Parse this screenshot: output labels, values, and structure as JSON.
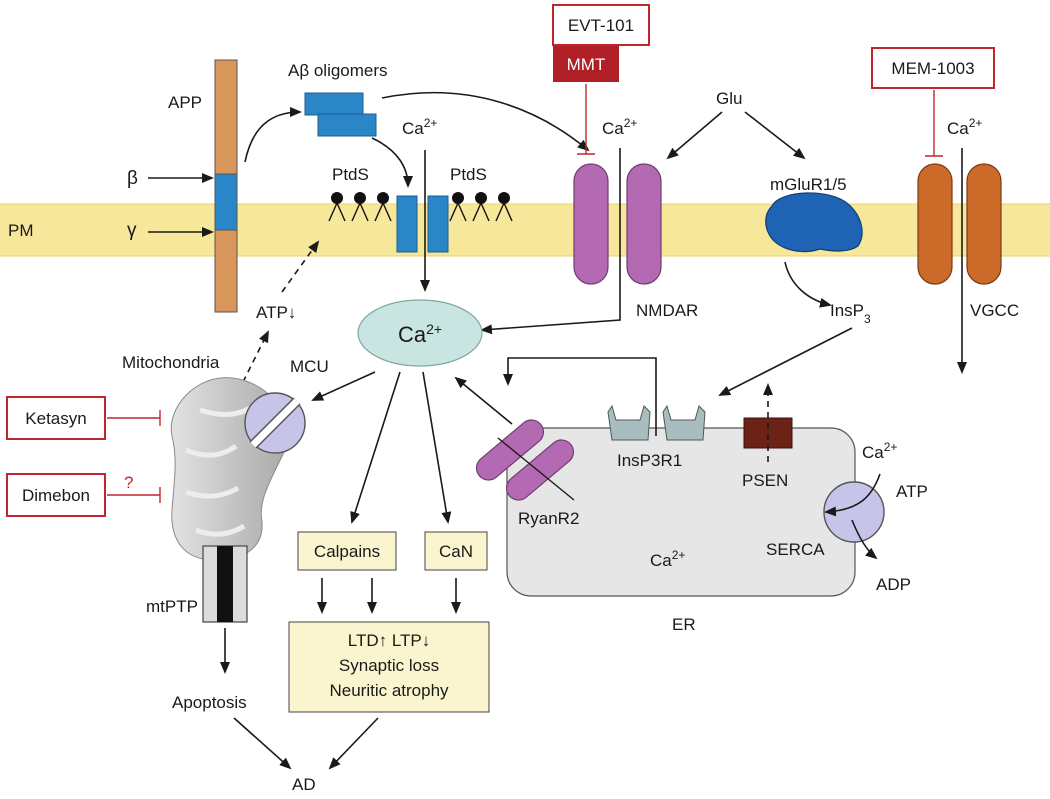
{
  "labels": {
    "pm": "PM",
    "app": "APP",
    "beta": "β",
    "gamma": "γ",
    "abeta_oligomers": "Aβ oligomers",
    "ptds_left": "PtdS",
    "ptds_right": "PtdS",
    "ca_channel_base": "Ca",
    "ca_nmdar_base": "Ca",
    "ca_vgcc_base": "Ca",
    "ca_center_base": "Ca",
    "ca_er_base": "Ca",
    "ca_serca_base": "Ca",
    "ca_sup": "2+",
    "glu": "Glu",
    "nmdar": "NMDAR",
    "mglur": "mGluR1/5",
    "insp3_base": "InsP",
    "insp3_sub": "3",
    "vgcc": "VGCC",
    "atp_down": "ATP↓",
    "mitochondria": "Mitochondria",
    "mcu": "MCU",
    "mtptp": "mtPTP",
    "apoptosis": "Apoptosis",
    "ad": "AD",
    "calpains": "Calpains",
    "can": "CaN",
    "outcome_line1": "LTD↑ LTP↓",
    "outcome_line2": "Synaptic loss",
    "outcome_line3": "Neuritic atrophy",
    "ryanr2": "RyanR2",
    "insp3r1": "InsP3R1",
    "psen": "PSEN",
    "serca": "SERCA",
    "atp": "ATP",
    "adp": "ADP",
    "er": "ER",
    "question": "?"
  },
  "drugs": {
    "evt101": "EVT-101",
    "mmt": "MMT",
    "mem1003": "MEM-1003",
    "ketasyn": "Ketasyn",
    "dimebon": "Dimebon"
  },
  "colors": {
    "membrane": "#f7e79a",
    "app": "#d9965b",
    "abeta": "#2b86c8",
    "nmdar": "#b46ab2",
    "mglur": "#1f63b5",
    "vgcc": "#cc6a2a",
    "ca_ellipse": "#c9e5e1",
    "er": "#e6e6e6",
    "mito": "#c7c7c7",
    "mcu": "#c7c4ea",
    "psen": "#6b2318",
    "insp3r": "#a9bdbf",
    "drug_red": "#c0272d",
    "box_fill": "#fbf5cf"
  }
}
